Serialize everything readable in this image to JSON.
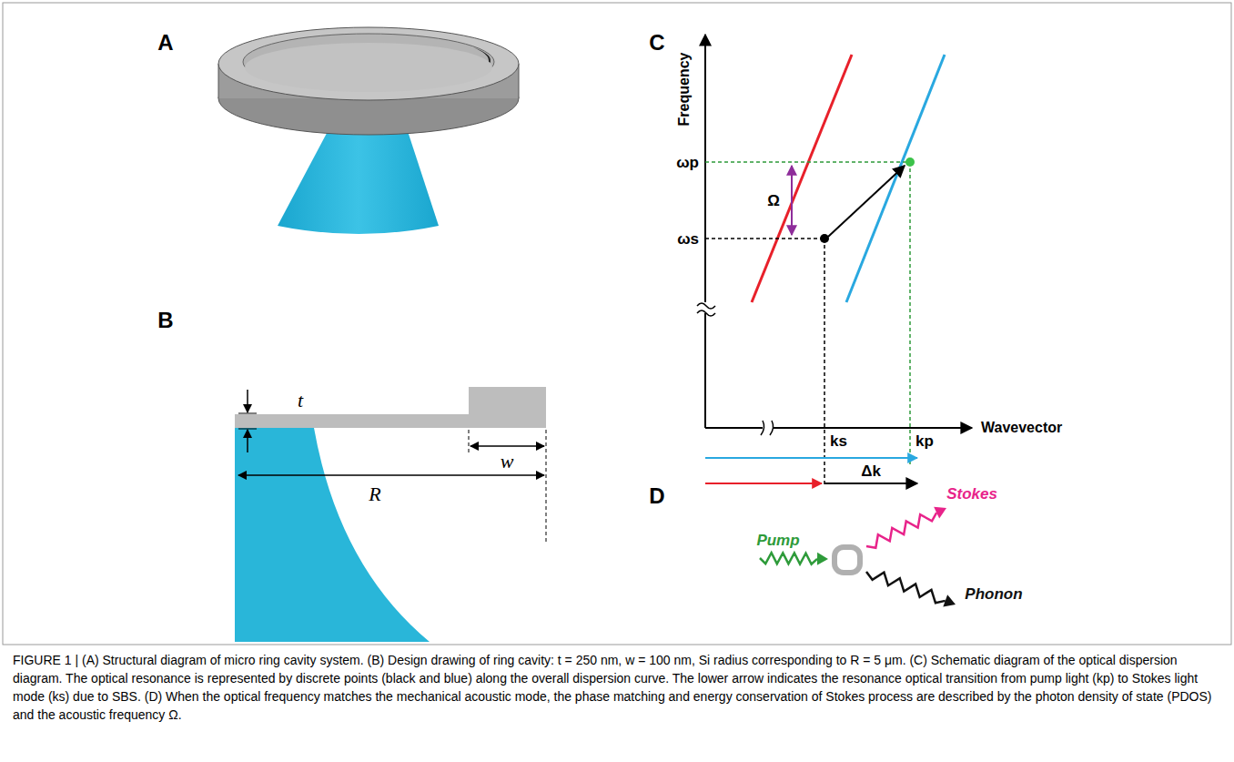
{
  "diagram": {
    "caption": "FIGURE 1 | (A) Structural diagram of micro ring cavity system. (B) Design drawing of ring cavity: t = 250 nm, w = 100 nm, Si radius corresponding to R = 5 μm. (C) Schematic diagram of the optical dispersion diagram. The optical resonance is represented by discrete points (black and blue) along the overall dispersion curve. The lower arrow indicates the resonance optical transition from pump light (kp) to Stokes light mode (ks) due to SBS. (D) When the optical frequency matches the mechanical acoustic mode, the phase matching and energy conservation of Stokes process are described by the photon density of state (PDOS) and the acoustic frequency Ω.",
    "labels": [
      "A",
      "B",
      "t",
      "w",
      "R",
      "C",
      "Frequency",
      "ωp",
      "Ω",
      "ωs",
      "ks",
      "kp",
      "Wavevector",
      "Δk",
      "D",
      "Pump",
      "Stokes",
      "Phonon"
    ]
  }
}
